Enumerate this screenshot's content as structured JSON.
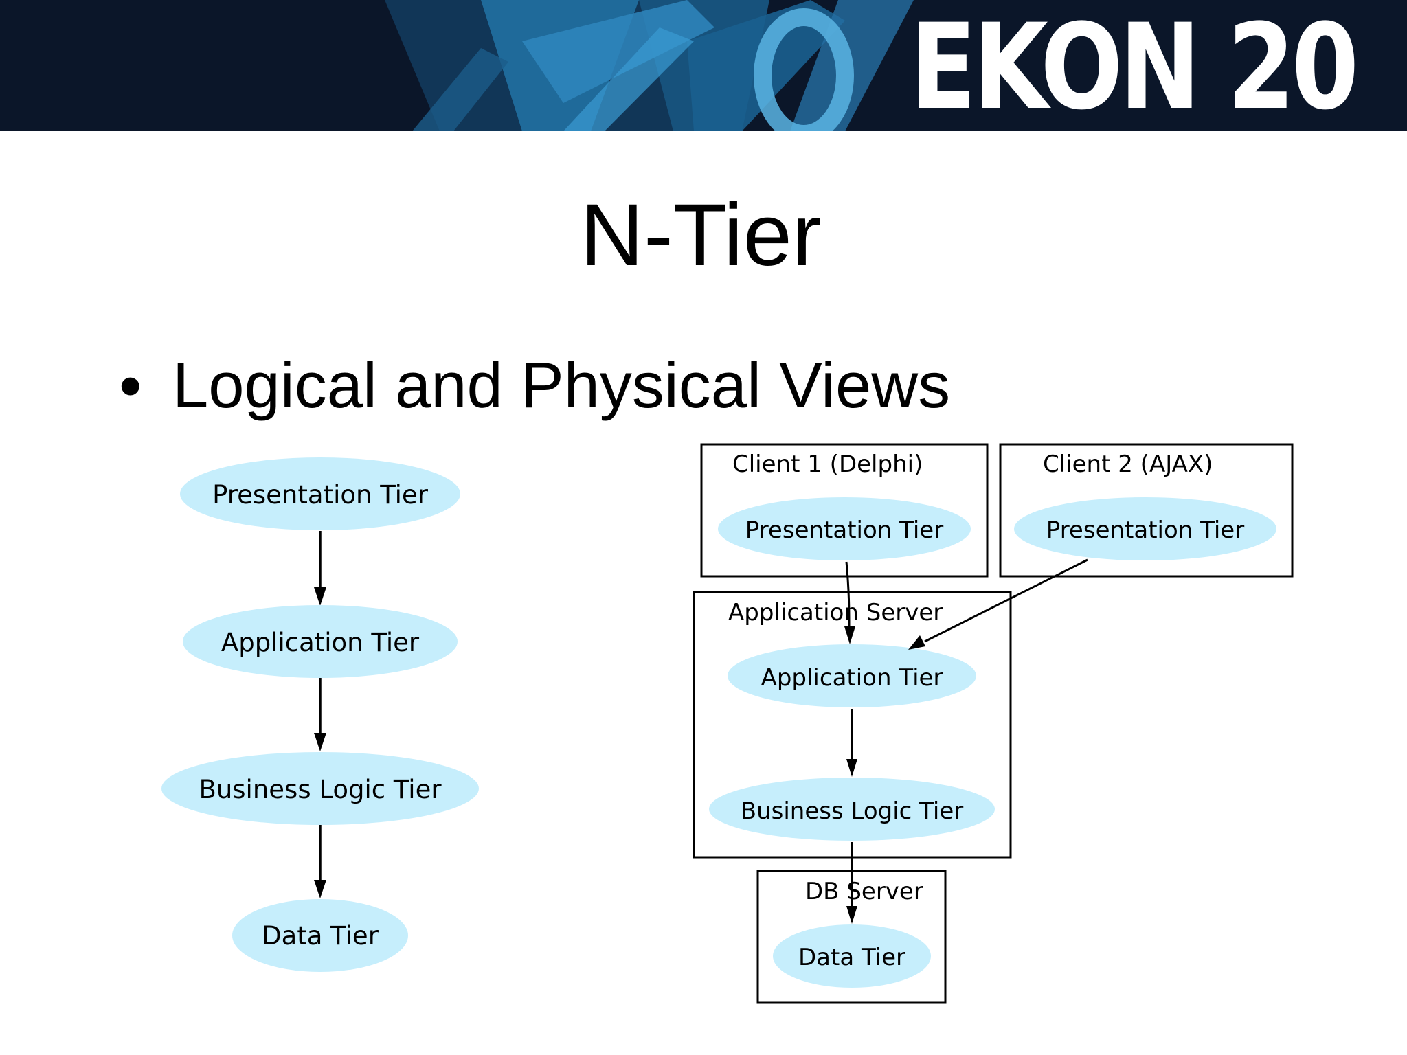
{
  "banner": {
    "brand": "EKON 20",
    "colors": {
      "background": "#0b1629",
      "accent": "#2a7fb4",
      "light": "#4fb0e0"
    }
  },
  "slide": {
    "title": "N-Tier",
    "bullet": "Logical and Physical Views"
  },
  "logical_view": {
    "nodes": [
      "Presentation Tier",
      "Application Tier",
      "Business Logic Tier",
      "Data Tier"
    ]
  },
  "physical_view": {
    "boxes": [
      {
        "label": "Client 1 (Delphi)",
        "node": "Presentation Tier"
      },
      {
        "label": "Client 2 (AJAX)",
        "node": "Presentation Tier"
      },
      {
        "label": "Application Server",
        "nodes": [
          "Application Tier",
          "Business Logic Tier"
        ]
      },
      {
        "label": "DB Server",
        "node": "Data Tier"
      }
    ]
  },
  "colors": {
    "node_fill": "#c6eefc",
    "line": "#000000"
  }
}
